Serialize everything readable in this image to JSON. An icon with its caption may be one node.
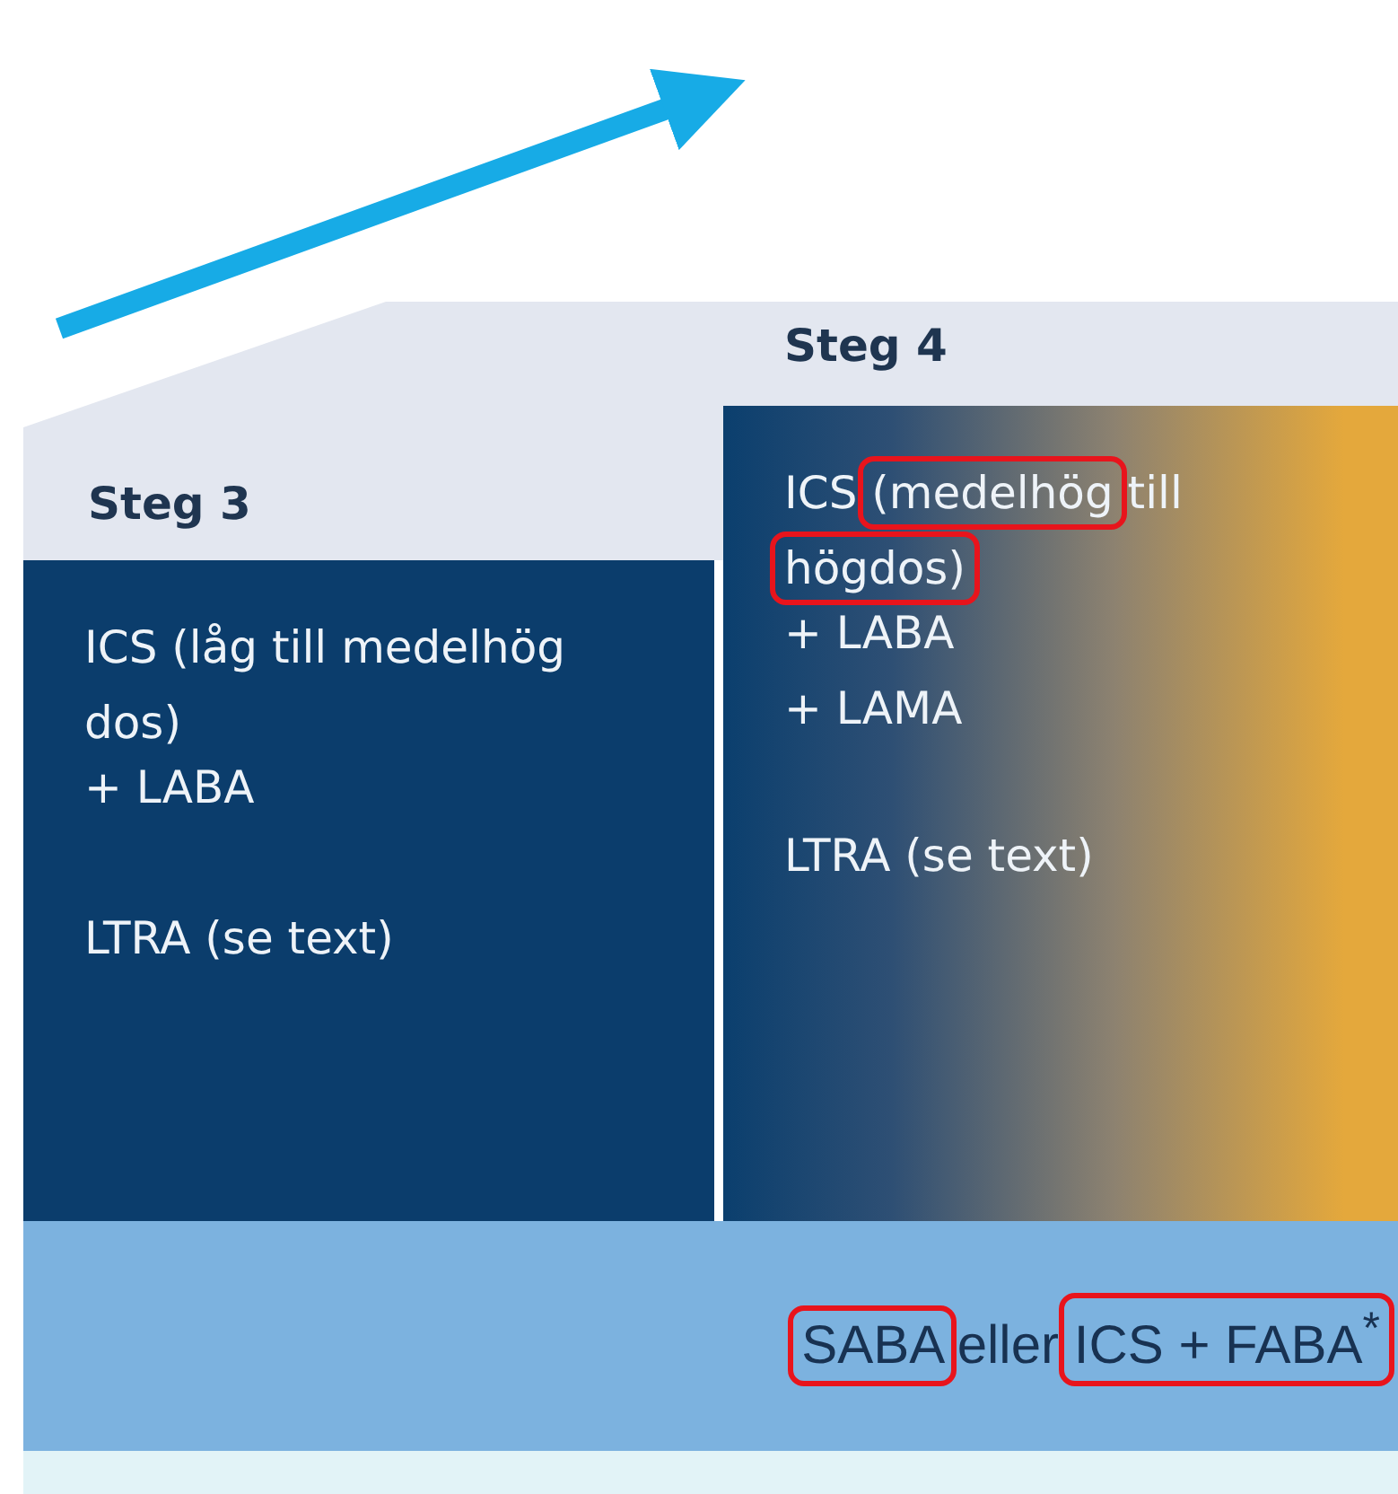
{
  "diagram": {
    "nodes": [
      {
        "text": [
          "Steg 3",
          "ICS (låg till medelhög dos)",
          "+ LABA",
          "LTRA (se text)"
        ]
      },
      {
        "text": [
          "Steg 4",
          "ICS (medelhög till högdos)",
          "+ LABA",
          "+ LAMA",
          "LTRA (se text)"
        ]
      },
      {
        "text": [
          "SABA eller ICS + FABA$^{*}$"
        ]
      }
    ]
  }
}
